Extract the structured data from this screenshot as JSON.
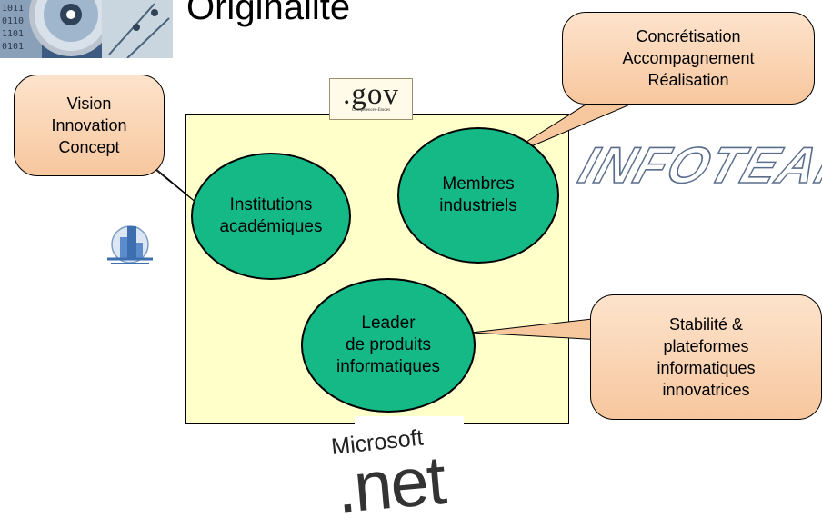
{
  "title": "Originalité",
  "colors": {
    "panel": "#ffffc9",
    "ellipse_fill": "#14b986",
    "callout_fill": "#f7c79e"
  },
  "ellipses": {
    "academic": "Institutions\nacadémiques",
    "industrial": "Membres\nindustriels",
    "leader": "Leader\nde produits\ninformatiques"
  },
  "callouts": {
    "vision": "Vision\nInnovation\nConcept",
    "realisation": "Concrétisation\nAccompagnement\nRéalisation",
    "stability": "Stabilité &\nplateformes\ninformatiques\ninnovatrices"
  },
  "logos": {
    "gov": ".gov",
    "gov_sub": "Compétences-Etudes",
    "infoteam": "INFOTEAM",
    "microsoft": "Microsoft",
    "net": ".net",
    "cd_icon": "cd-binary-icon",
    "building_icon": "building-icon"
  }
}
